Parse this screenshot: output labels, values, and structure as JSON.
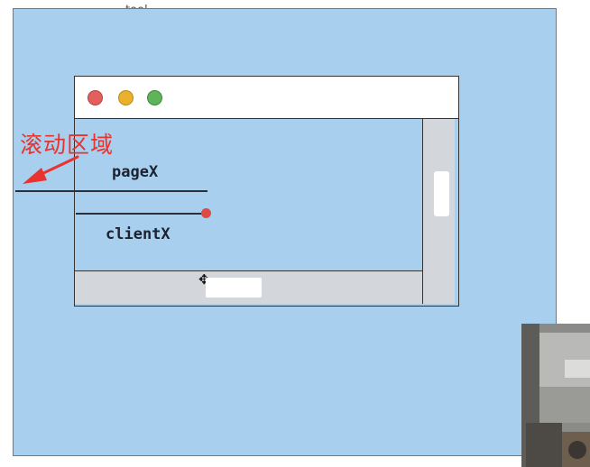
{
  "diagram": {
    "top_caption": "tool",
    "labels": {
      "scroll_area": "滚动区域",
      "pagex": "pageX",
      "clientx": "clientX"
    },
    "window_buttons": [
      {
        "name": "close",
        "color": "#e35f5c"
      },
      {
        "name": "minimize",
        "color": "#eab12d"
      },
      {
        "name": "maximize",
        "color": "#5fb35a"
      }
    ],
    "icons": {
      "cursor": "move-cursor-icon",
      "arrow": "red-arrow-icon"
    },
    "colors": {
      "page_background": "#a8cfee",
      "scrollbar": "#d3d6da",
      "annotation_red": "#e8332e",
      "marker": "#e04a45"
    }
  }
}
